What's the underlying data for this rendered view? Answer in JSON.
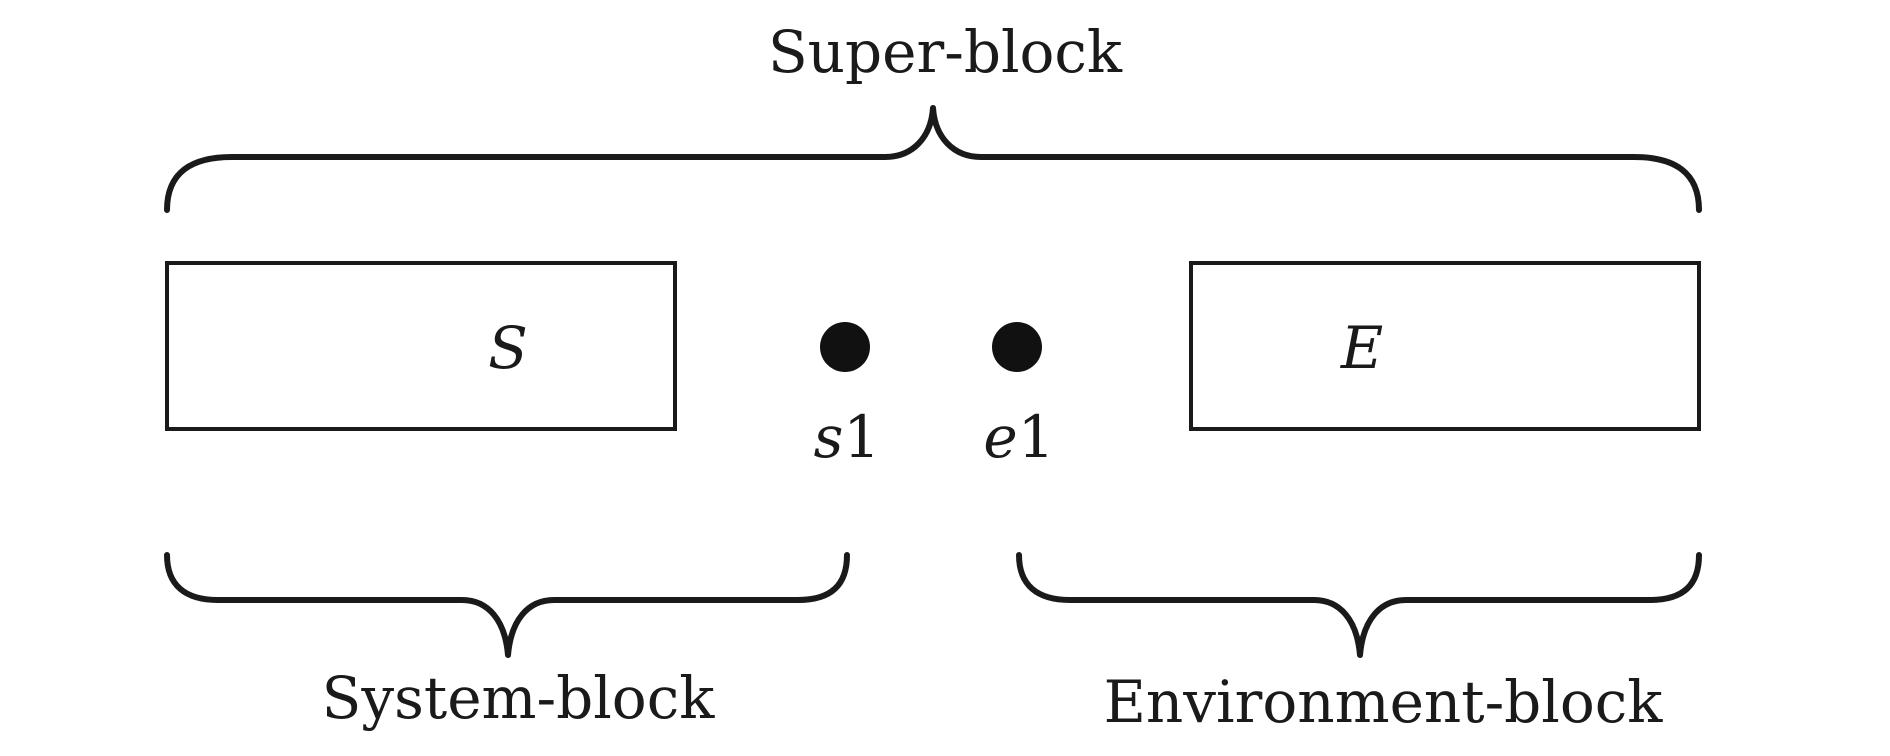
{
  "labels": {
    "super_block": "Super-block",
    "system_block": "System-block",
    "environment_block": "Environment-block"
  },
  "blocks": {
    "system": {
      "symbol": "S"
    },
    "environment": {
      "symbol": "E"
    }
  },
  "sites": {
    "s1": {
      "letter": "s",
      "index": "1"
    },
    "e1": {
      "letter": "e",
      "index": "1"
    }
  }
}
